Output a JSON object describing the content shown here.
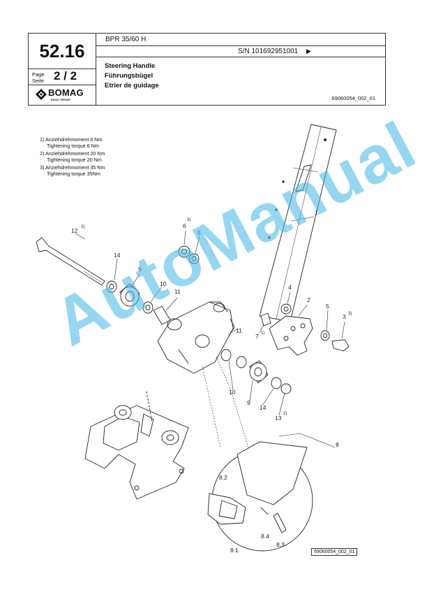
{
  "header": {
    "model": "BPR 35/60 H",
    "serial": "S/N 101692951001",
    "serial_arrow": "▶",
    "section_number": "52.16",
    "page_label_1": "Page",
    "page_label_2": "Seite",
    "page_number": "2 / 2",
    "title_en": "Steering Handle",
    "title_de": "Führungsbügel",
    "title_fr": "Etrier de guidage",
    "drawing_number": "69060054_002_01",
    "brand": "BOMAG",
    "brand_sub": "FAYAT GROUP"
  },
  "notes": [
    {
      "line1": "1) Anziehdrehmoment 6 Nm",
      "line2": "Tightening torque 6 Nm"
    },
    {
      "line1": "2) Anziehdrehmoment 20 Nm",
      "line2": "Tightening torque 20 Nm"
    },
    {
      "line1": "3) Anziehdrehmoment 35 Nm",
      "line2": "Tightening torque 35Nm"
    }
  ],
  "callouts": {
    "c1": "1",
    "c2": "2",
    "c3": "3",
    "c3sup": "3)",
    "c4": "4",
    "c5a": "5",
    "c5b": "5",
    "c6": "6",
    "c6sup": "3)",
    "c7": "7",
    "c7sup": "1)",
    "c8": "8",
    "c9a": "9",
    "c9b": "9",
    "c10a": "10",
    "c10b": "10",
    "c11a": "11",
    "c11b": "11",
    "c12": "12",
    "c12sup": "2)",
    "c13": "13",
    "c13sup": "2)",
    "c14a": "14",
    "c14b": "14",
    "c81": "8.1",
    "c82": "8.2",
    "c83": "8.3",
    "c84": "8.4"
  },
  "watermark": "AutoManual",
  "reference_box": "69060054_002_01"
}
